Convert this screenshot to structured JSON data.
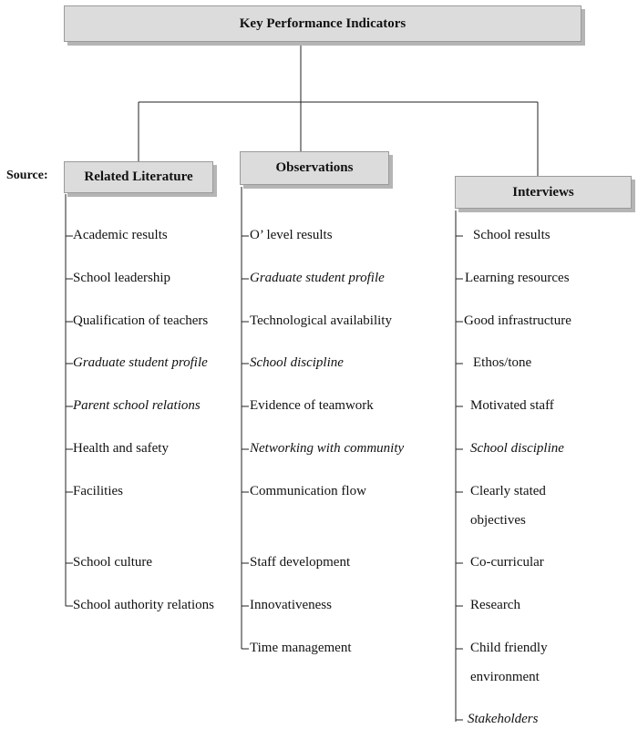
{
  "title": "Key Performance Indicators",
  "source_label": "Source:",
  "columns": [
    {
      "label": "Related Literature",
      "items": [
        {
          "text": "Academic results",
          "italic": false
        },
        {
          "text": "School leadership",
          "italic": false
        },
        {
          "text": "Qualification of teachers",
          "italic": false
        },
        {
          "text": "Graduate student profile",
          "italic": true
        },
        {
          "text": "Parent school relations",
          "italic": true
        },
        {
          "text": "Health and safety",
          "italic": false
        },
        {
          "text": "Facilities",
          "italic": false
        },
        {
          "text": "School culture",
          "italic": false
        },
        {
          "text": "School authority relations",
          "italic": false
        }
      ]
    },
    {
      "label": "Observations",
      "items": [
        {
          "text": "O’ level results",
          "italic": false
        },
        {
          "text": "Graduate student profile",
          "italic": true
        },
        {
          "text": "Technological availability",
          "italic": false
        },
        {
          "text": "School discipline",
          "italic": true
        },
        {
          "text": "Evidence of teamwork",
          "italic": false
        },
        {
          "text": "Networking with community",
          "italic": true
        },
        {
          "text": "Communication flow",
          "italic": false
        },
        {
          "text": "Staff development",
          "italic": false
        },
        {
          "text": "Innovativeness",
          "italic": false
        },
        {
          "text": "Time management",
          "italic": false
        }
      ]
    },
    {
      "label": "Interviews",
      "items": [
        {
          "text": "School results",
          "italic": false
        },
        {
          "text": "Learning resources",
          "italic": false
        },
        {
          "text": "Good infrastructure",
          "italic": false
        },
        {
          "text": "Ethos/tone",
          "italic": false
        },
        {
          "text": "Motivated staff",
          "italic": false
        },
        {
          "text": "School discipline",
          "italic": true
        },
        {
          "text": "Clearly stated objectives",
          "italic": false
        },
        {
          "text": "Co-curricular",
          "italic": false
        },
        {
          "text": "Research",
          "italic": false
        },
        {
          "text": "Child friendly environment",
          "italic": false
        },
        {
          "text": "Stakeholders",
          "italic": true
        }
      ]
    }
  ]
}
